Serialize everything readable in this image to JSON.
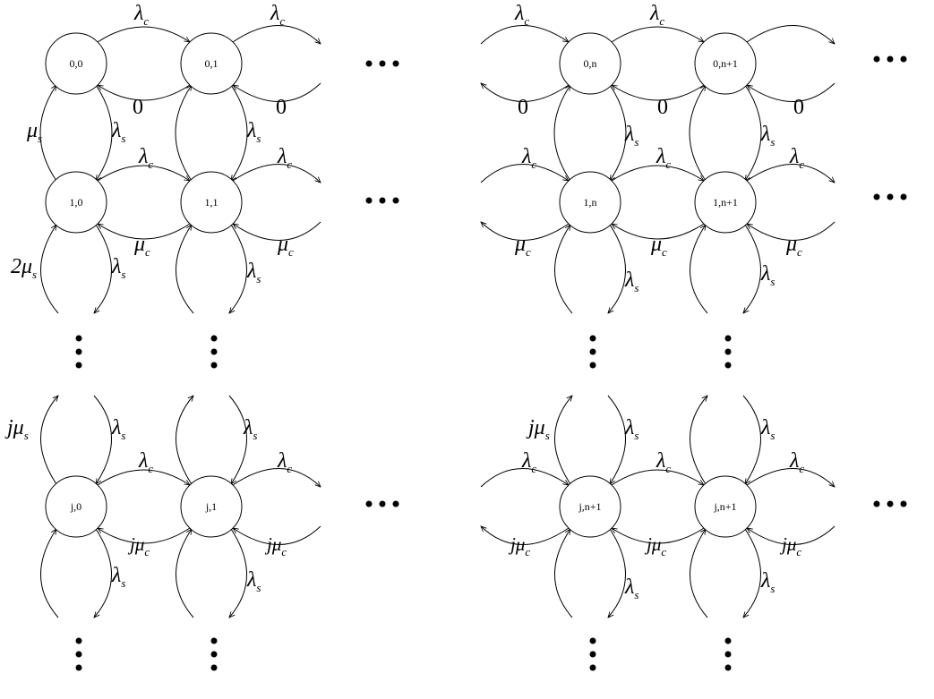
{
  "colors": {
    "stroke": "#000000",
    "background": "#ffffff"
  },
  "nodes": [
    {
      "id": "n00",
      "label": "0,0"
    },
    {
      "id": "n01",
      "label": "0,1"
    },
    {
      "id": "n0n",
      "label": "0,n"
    },
    {
      "id": "n0n1",
      "label": "0,n+1"
    },
    {
      "id": "n10",
      "label": "1,0"
    },
    {
      "id": "n11",
      "label": "1,1"
    },
    {
      "id": "n1n",
      "label": "1,n"
    },
    {
      "id": "n1n1",
      "label": "1,n+1"
    },
    {
      "id": "nj0",
      "label": "j,0"
    },
    {
      "id": "nj1",
      "label": "j,1"
    },
    {
      "id": "njn",
      "label": "j,n+1"
    },
    {
      "id": "njn1",
      "label": "j,n+1"
    }
  ],
  "rates": {
    "lambda": "λ",
    "mu": "μ",
    "sub_c": "c",
    "sub_s": "s",
    "zero": "0",
    "coef_2": "2",
    "coef_j": "j"
  }
}
